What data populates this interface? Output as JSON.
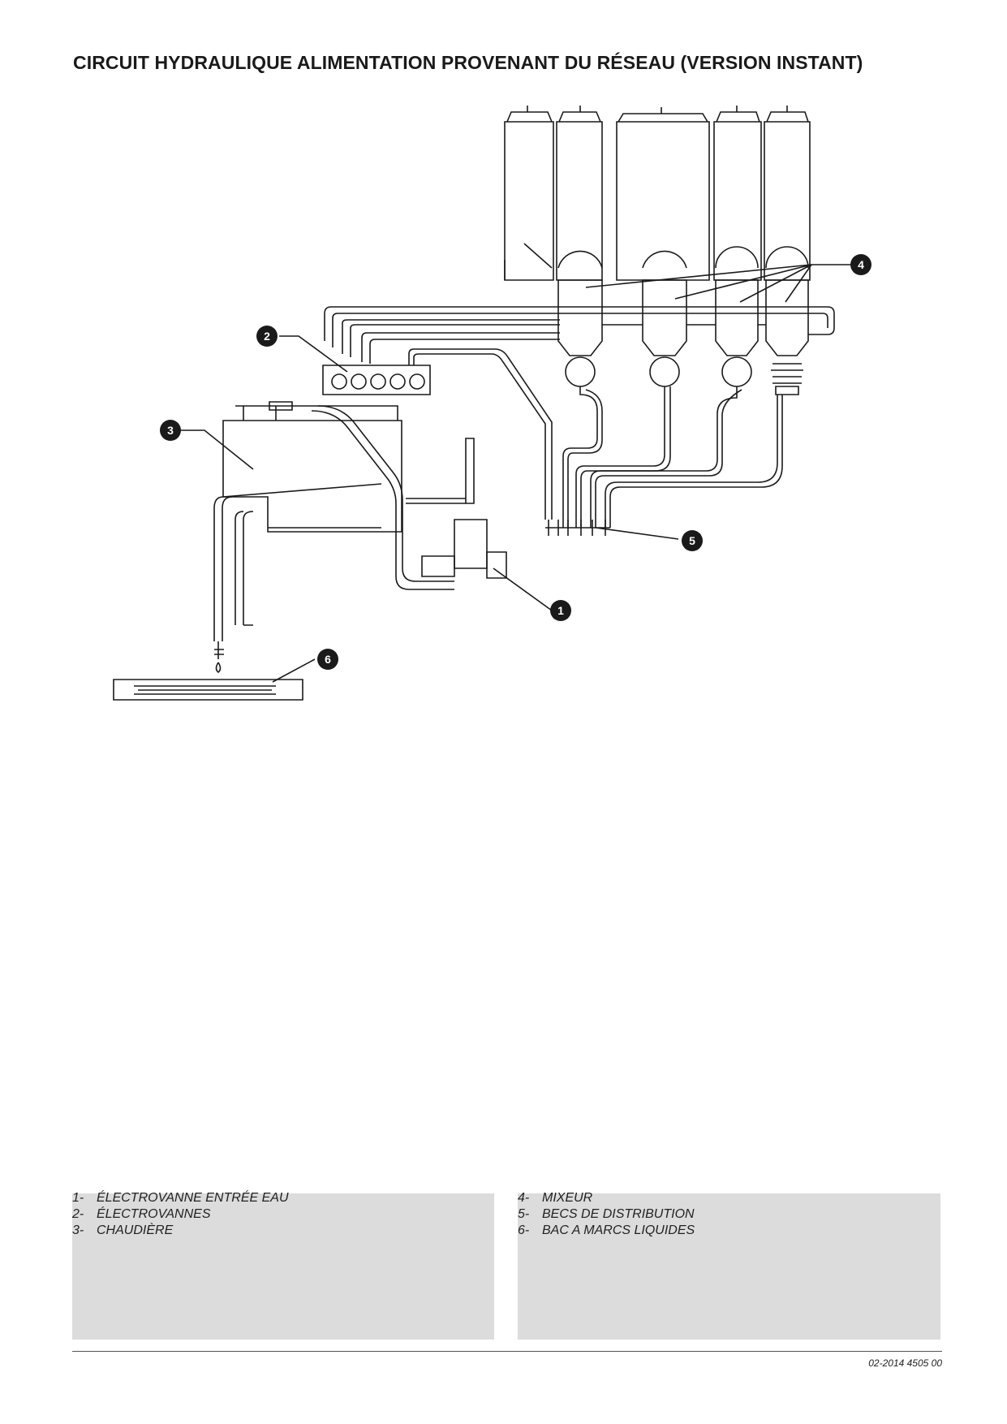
{
  "title": "CIRCUIT HYDRAULIQUE ALIMENTATION PROVENANT DU RÉSEAU (VERSION INSTANT)",
  "callouts": [
    "1",
    "2",
    "3",
    "4",
    "5",
    "6"
  ],
  "legend": {
    "left": [
      {
        "num": "1-",
        "label": "ÉLECTROVANNE ENTRÉE EAU"
      },
      {
        "num": "2-",
        "label": "ÉLECTROVANNES"
      },
      {
        "num": "3-",
        "label": "CHAUDIÈRE"
      }
    ],
    "right": [
      {
        "num": "4-",
        "label": "MIXEUR"
      },
      {
        "num": "5-",
        "label": "BECS DE DISTRIBUTION"
      },
      {
        "num": "6-",
        "label": "BAC A MARCS LIQUIDES"
      }
    ]
  },
  "doc_ref": "02-2014 4505 00",
  "colors": {
    "panel": "#dcdcdc",
    "line": "#1a1a1a"
  }
}
